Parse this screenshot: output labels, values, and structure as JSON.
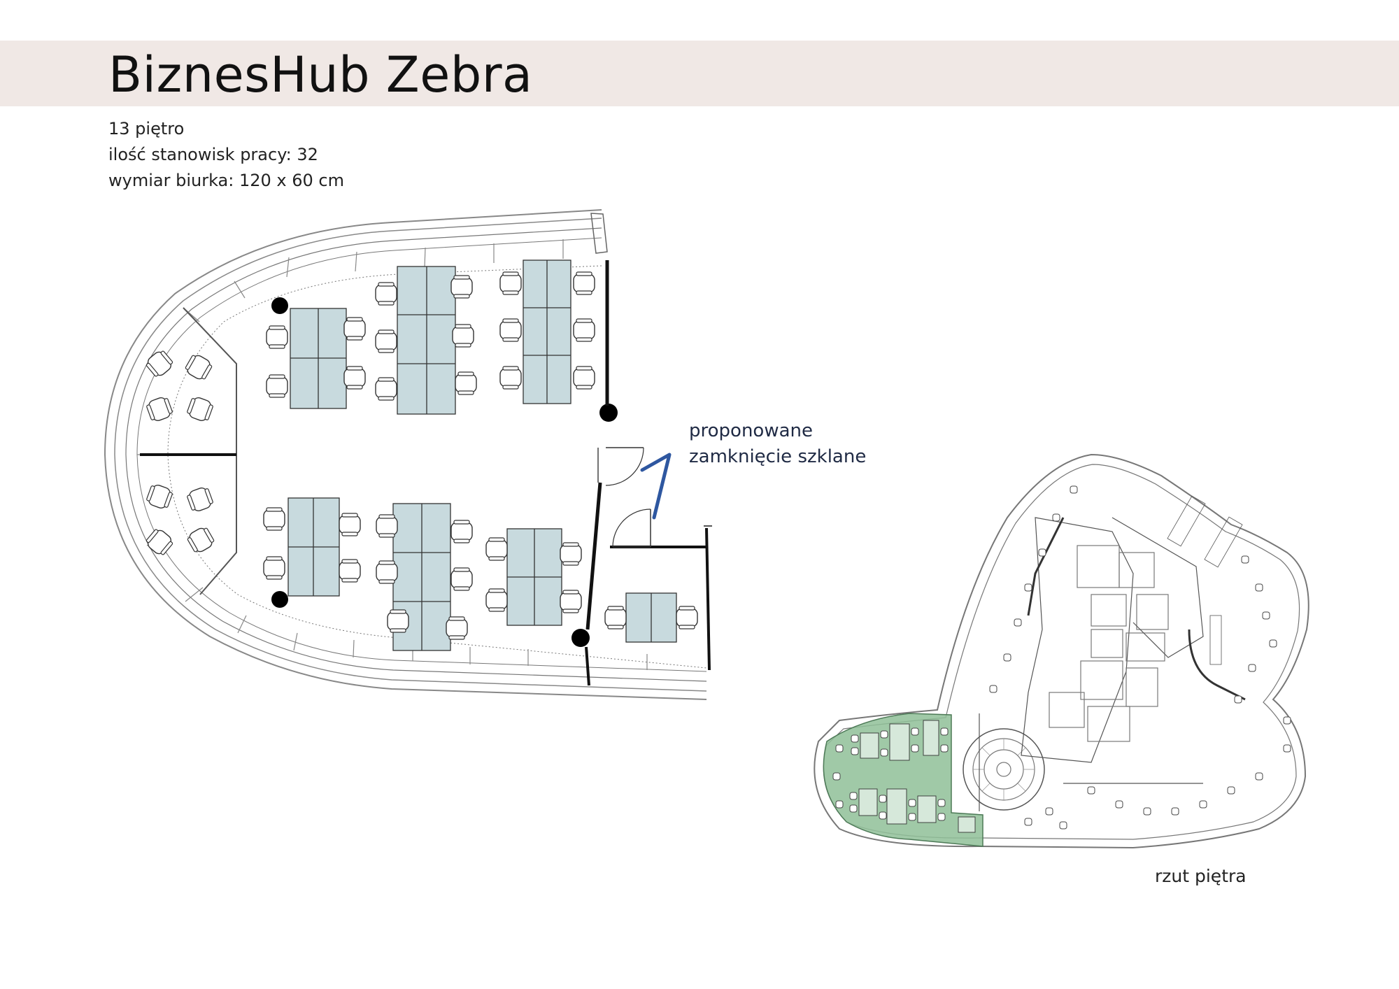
{
  "title": "BiznesHub Zebra",
  "info": {
    "floor": "13 piętro",
    "workstations": "ilość stanowisk pracy: 32",
    "desk_size": "wymiar biurka: 120 x 60 cm"
  },
  "annotation": {
    "line1": "proponowane",
    "line2": "zamknięcie szklane",
    "color": "#2e57a0"
  },
  "caption": "rzut piętra",
  "colors": {
    "band": "#f0e8e5",
    "desk": "#c8dade",
    "highlight": "#8fbf98"
  }
}
